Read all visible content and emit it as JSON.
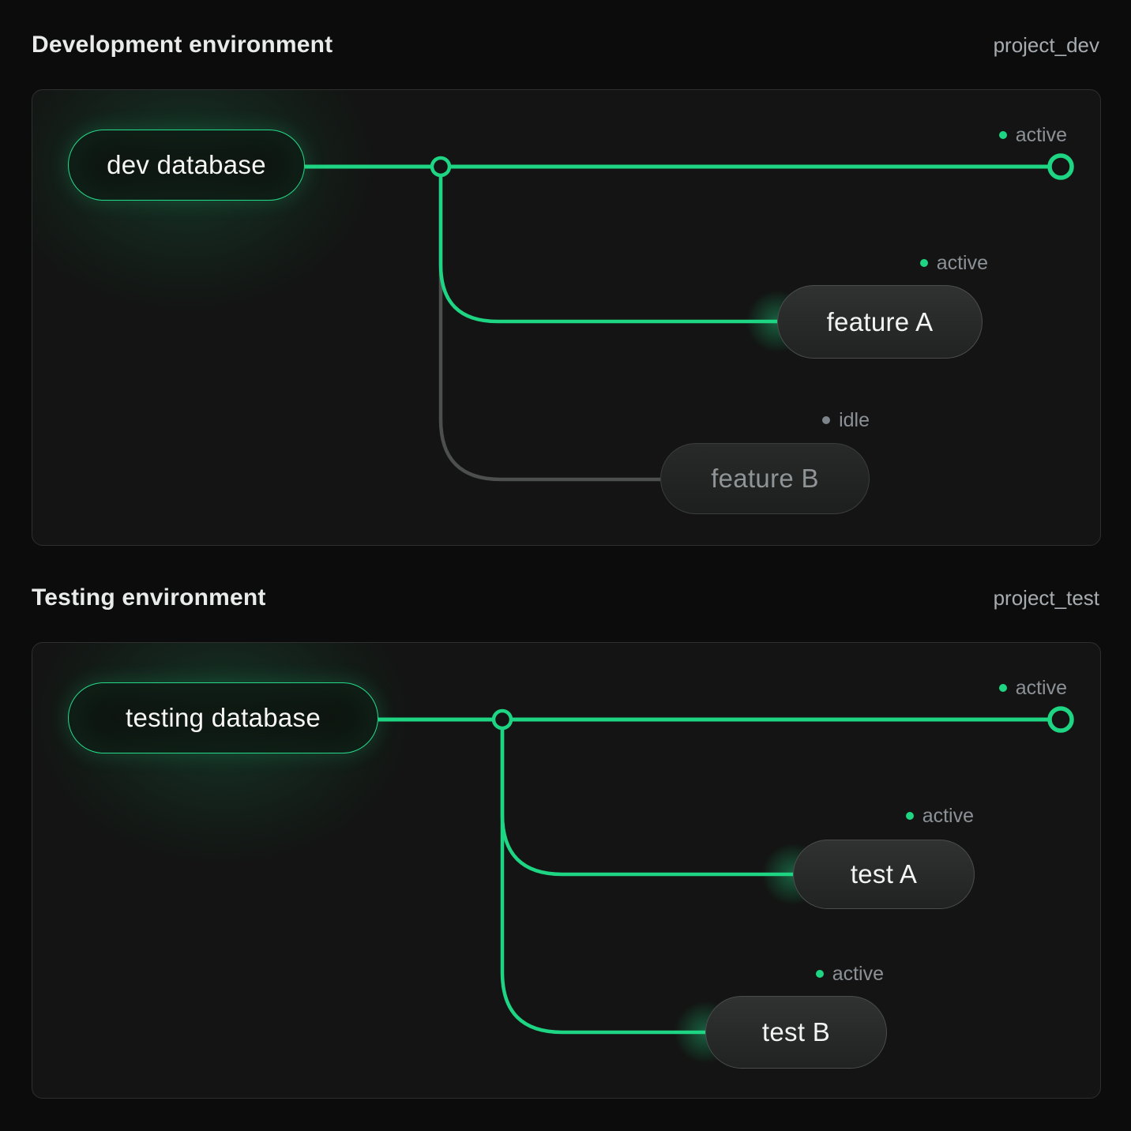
{
  "colors": {
    "background": "#0b0c0b",
    "panel_background": "#131413",
    "panel_border": "#2e302f",
    "accent_green": "#1ed583",
    "idle_gray_line": "#4c4f4e",
    "idle_dot": "#7d848b",
    "status_text": "#8b9197",
    "title_text": "#e9ebea",
    "project_label_text": "#a7acb1"
  },
  "environments": [
    {
      "title": "Development environment",
      "project_label": "project_dev",
      "database": {
        "label": "dev database",
        "status": "active"
      },
      "main_branch": {
        "status": "active"
      },
      "branches": [
        {
          "label": "feature A",
          "status": "active"
        },
        {
          "label": "feature B",
          "status": "idle"
        }
      ]
    },
    {
      "title": "Testing environment",
      "project_label": "project_test",
      "database": {
        "label": "testing database",
        "status": "active"
      },
      "main_branch": {
        "status": "active"
      },
      "branches": [
        {
          "label": "test A",
          "status": "active"
        },
        {
          "label": "test B",
          "status": "active"
        }
      ]
    }
  ]
}
